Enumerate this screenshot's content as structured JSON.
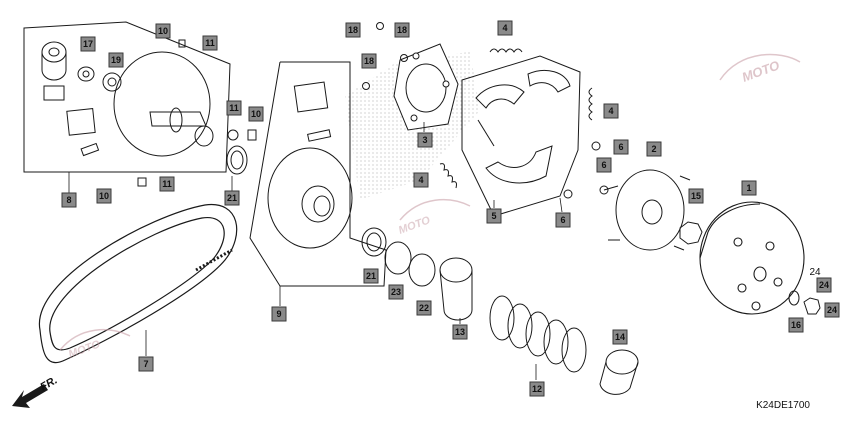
{
  "diagram": {
    "code": "K24DE1700",
    "direction_label": "FR.",
    "watermark": "MOTO",
    "colors": {
      "line": "#1a1a1a",
      "callout_fill": "#8a8a8a",
      "watermark": "#c9a0a8"
    },
    "callouts": [
      {
        "id": "c-10-top",
        "label": "10"
      },
      {
        "id": "c-11-top",
        "label": "11"
      },
      {
        "id": "c-17",
        "label": "17"
      },
      {
        "id": "c-19",
        "label": "19"
      },
      {
        "id": "c-8",
        "label": "8"
      },
      {
        "id": "c-10-bot",
        "label": "10"
      },
      {
        "id": "c-11-bot",
        "label": "11"
      },
      {
        "id": "c-11-mid",
        "label": "11"
      },
      {
        "id": "c-10-mid",
        "label": "10"
      },
      {
        "id": "c-21-left",
        "label": "21"
      },
      {
        "id": "c-18-a",
        "label": "18"
      },
      {
        "id": "c-18-b",
        "label": "18"
      },
      {
        "id": "c-18-c",
        "label": "18"
      },
      {
        "id": "c-3",
        "label": "3"
      },
      {
        "id": "c-4-top",
        "label": "4"
      },
      {
        "id": "c-4-right",
        "label": "4"
      },
      {
        "id": "c-4-mid",
        "label": "4"
      },
      {
        "id": "c-5",
        "label": "5"
      },
      {
        "id": "c-6-a",
        "label": "6"
      },
      {
        "id": "c-6-b",
        "label": "6"
      },
      {
        "id": "c-6-c",
        "label": "6"
      },
      {
        "id": "c-2",
        "label": "2"
      },
      {
        "id": "c-15",
        "label": "15"
      },
      {
        "id": "c-1",
        "label": "1"
      },
      {
        "id": "c-24-a",
        "label": "24"
      },
      {
        "id": "c-24-b",
        "label": "24"
      },
      {
        "id": "c-16",
        "label": "16"
      },
      {
        "id": "c-9",
        "label": "9"
      },
      {
        "id": "c-7",
        "label": "7"
      },
      {
        "id": "c-21-right",
        "label": "21"
      },
      {
        "id": "c-23",
        "label": "23"
      },
      {
        "id": "c-22",
        "label": "22"
      },
      {
        "id": "c-13",
        "label": "13"
      },
      {
        "id": "c-12",
        "label": "12"
      },
      {
        "id": "c-14",
        "label": "14"
      }
    ],
    "free_label": "24"
  }
}
